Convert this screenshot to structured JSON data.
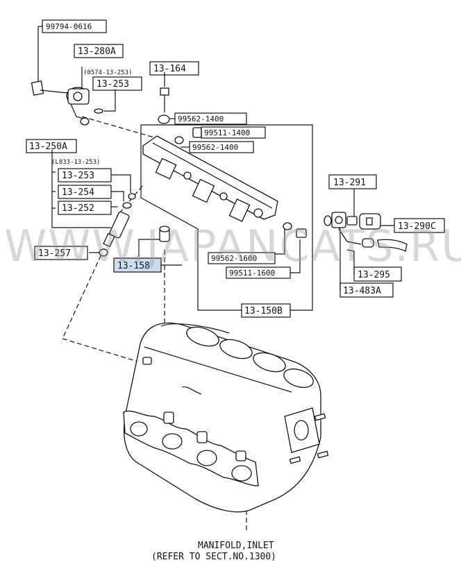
{
  "labels": {
    "bolt": "99794-0616",
    "reg_assy": "13-280A",
    "reg_sub": "(0574-13-253)",
    "oring_reg": "13-253",
    "bolt_rail": "13-164",
    "wash_top": "99562-1400",
    "plug_top": "99511-1400",
    "wash_top2": "99562-1400",
    "inj_assy": "13-250A",
    "inj_sub": "(L833-13-253)",
    "inj_oring": "13-253",
    "inj_insul": "13-254",
    "inj_seal": "13-252",
    "insulator": "13-257",
    "damper": "13-158",
    "wash_bot": "99562-1600",
    "plug_bot": "99511-1600",
    "rail": "13-150B",
    "pd_assy": "13-291",
    "pd_part": "13-290C",
    "hose": "13-295",
    "pipe": "13-483A"
  },
  "note": {
    "line1": "MANIFOLD,INLET",
    "line2": "(REFER TO SECT.NO.1300)"
  },
  "watermark": "WWW.JAPANCATS.RU",
  "colors": {
    "highlight_box": "#c9dff0",
    "ink": "#111111"
  }
}
